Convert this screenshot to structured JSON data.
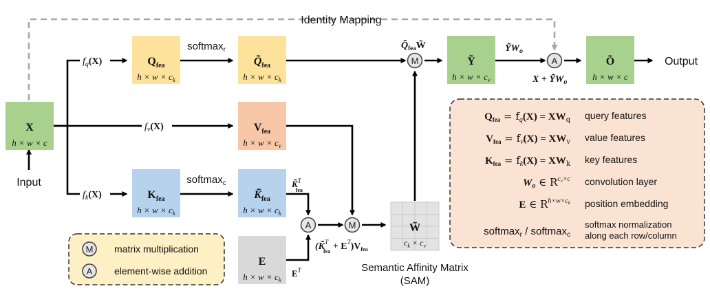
{
  "identity_label": "Identity Mapping",
  "input_label": "Input",
  "output_label": "Output",
  "x_box": {
    "name": "X",
    "dims": "h × w × c"
  },
  "branch": {
    "fq": "f",
    "fq_sub": "q",
    "fq_arg": "(X)",
    "fv": "f",
    "fv_sub": "v",
    "fv_arg": "(X)",
    "fk": "f",
    "fk_sub": "k",
    "fk_arg": "(X)"
  },
  "boxes": {
    "q": {
      "main": "Q",
      "sub": "fea",
      "dims": "h × w × c",
      "dims_sub": "k",
      "color": "#fce29a"
    },
    "q_tilde": {
      "main": "Q̃",
      "sub": "fea",
      "dims": "h × w × c",
      "dims_sub": "k",
      "color": "#fce29a"
    },
    "v": {
      "main": "V",
      "sub": "fea",
      "dims": "h × w × c",
      "dims_sub": "v",
      "color": "#f7c7a7"
    },
    "k": {
      "main": "K",
      "sub": "fea",
      "dims": "h × w × c",
      "dims_sub": "k",
      "color": "#b7d2ec"
    },
    "k_tilde": {
      "main": "K̃",
      "sub": "fea",
      "dims": "h × w × c",
      "dims_sub": "k",
      "color": "#b7d2ec"
    },
    "e": {
      "main": "E",
      "dims": "h × w × c",
      "dims_sub": "k",
      "color": "#d9d9d9"
    },
    "y": {
      "main": "Ỹ",
      "dims": "h × w × c",
      "dims_sub": "v",
      "color": "#a9d18e"
    },
    "o": {
      "main": "Õ",
      "dims": "h × w × c",
      "color": "#a9d18e"
    },
    "w": {
      "main": "W̃",
      "dims": "c",
      "dims_sub1": "k",
      "dims_mid": " × c",
      "dims_sub2": "v"
    }
  },
  "softmax_r": {
    "text": "softmax",
    "sub": "r"
  },
  "softmax_c": {
    "text": "softmax",
    "sub": "c"
  },
  "labels": {
    "q_times_w": "Q̃",
    "q_times_w_sub": "fea",
    "q_times_w_end": "W̃",
    "y_wo": "ỸW",
    "y_wo_sub": "o",
    "x_plus": "X + ỸW",
    "x_plus_sub": "o",
    "k_transpose": "K̃",
    "k_transpose_sup": "T",
    "k_transpose_sub": "fea",
    "e_transpose": "E",
    "e_transpose_sup": "T",
    "sum_open": "(K̃",
    "sum_sup": "T",
    "sum_sub": "fea",
    "sum_mid": " + E",
    "sum_sup2": "T",
    "sum_close": ")V",
    "sum_sub2": "fea"
  },
  "ops": {
    "multiply": "M",
    "add": "A"
  },
  "sam_label": [
    "Semantic Affinity Matrix",
    "(SAM)"
  ],
  "legend": [
    {
      "symbol": "M",
      "text": "matrix multiplication"
    },
    {
      "symbol": "A",
      "text": "element-wise addition"
    }
  ],
  "definitions": [
    {
      "lhs": "Q",
      "lhs_sub": "fea",
      "rhs": " = f",
      "rhs_sub": "q",
      "rhs2": "(X) = XW",
      "rhs2_sub": "q",
      "desc": "query features"
    },
    {
      "lhs": "V",
      "lhs_sub": "fea",
      "rhs": " = f",
      "rhs_sub": "v",
      "rhs2": "(X) = XW",
      "rhs2_sub": "v",
      "desc": "value features"
    },
    {
      "lhs": "K",
      "lhs_sub": "fea",
      "rhs": " = f",
      "rhs_sub": "k",
      "rhs2": "(X) = XW",
      "rhs2_sub": "k",
      "desc": "key features"
    },
    {
      "lhs": "W",
      "lhs_sub": "o",
      "rhs": " ∈ R",
      "rhs_sup": "c",
      "rhs_sup_sub": "v",
      "rhs_sup2": "×c",
      "desc": "convolution layer"
    },
    {
      "lhs": "E",
      "rhs": " ∈ R",
      "rhs_sup": "h×w×c",
      "rhs_sup_sub": "k",
      "desc": "position embedding"
    },
    {
      "lhs": "softmax",
      "lhs_sub": "r",
      "rhs": " / softmax",
      "rhs_sub": "c",
      "desc": "softmax normalization",
      "desc2": "along each row/column"
    }
  ],
  "colors": {
    "green": "#a9d18e",
    "yellow": "#fce29a",
    "orange": "#f7c7a7",
    "blue": "#b7d2ec",
    "gray": "#d9d9d9",
    "legend_bg": "#fdf0c4",
    "defs_bg": "#fbe3d3"
  }
}
